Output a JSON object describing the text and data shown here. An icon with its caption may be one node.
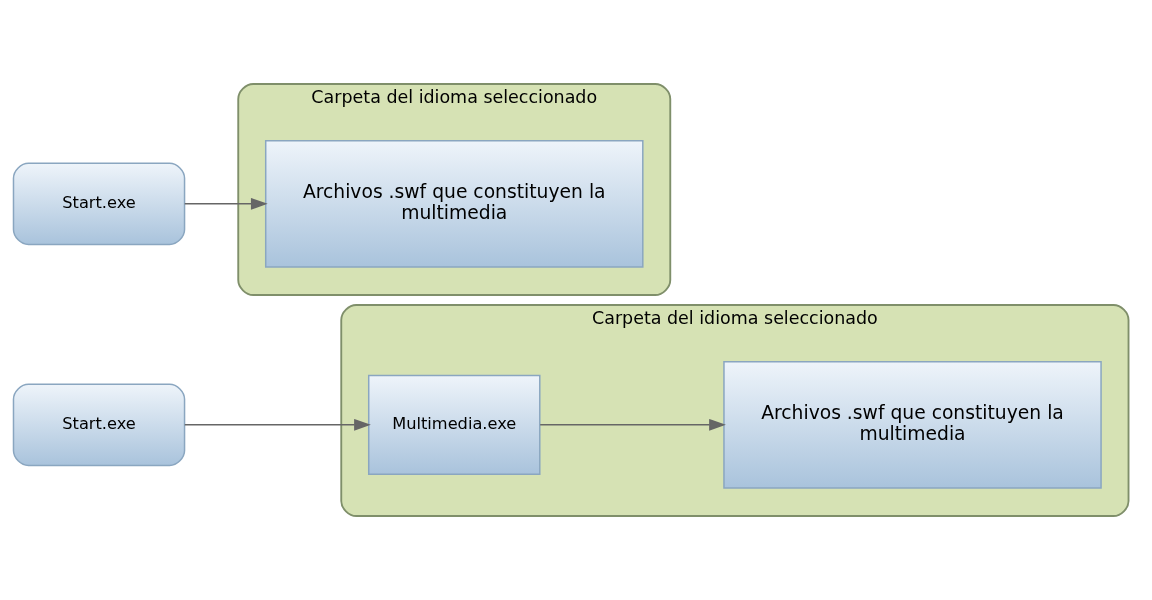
{
  "diagram": {
    "nodes": [
      {
        "text": [
          "Start.exe"
        ]
      },
      {
        "text": [
          "Carpeta del idioma seleccionado"
        ]
      },
      {
        "text": [
          "Multimedia.exe"
        ],
        "in": 1
      },
      {
        "text": [
          "Archivos .swf que constituyen la multimedia"
        ],
        "in": 1
      },
      {
        "text": [
          "Start.exe"
        ]
      },
      {
        "text": [
          "Carpeta del idioma seleccionado"
        ]
      },
      {
        "text": [
          "Archivos .swf que constituyen la multimedia"
        ],
        "in": 5
      }
    ],
    "edges": [
      {
        "from": 0,
        "to": 2,
        "arrow": "to"
      },
      {
        "from": 2,
        "to": 3,
        "arrow": "to"
      },
      {
        "from": 4,
        "to": 6,
        "arrow": "to"
      }
    ]
  }
}
